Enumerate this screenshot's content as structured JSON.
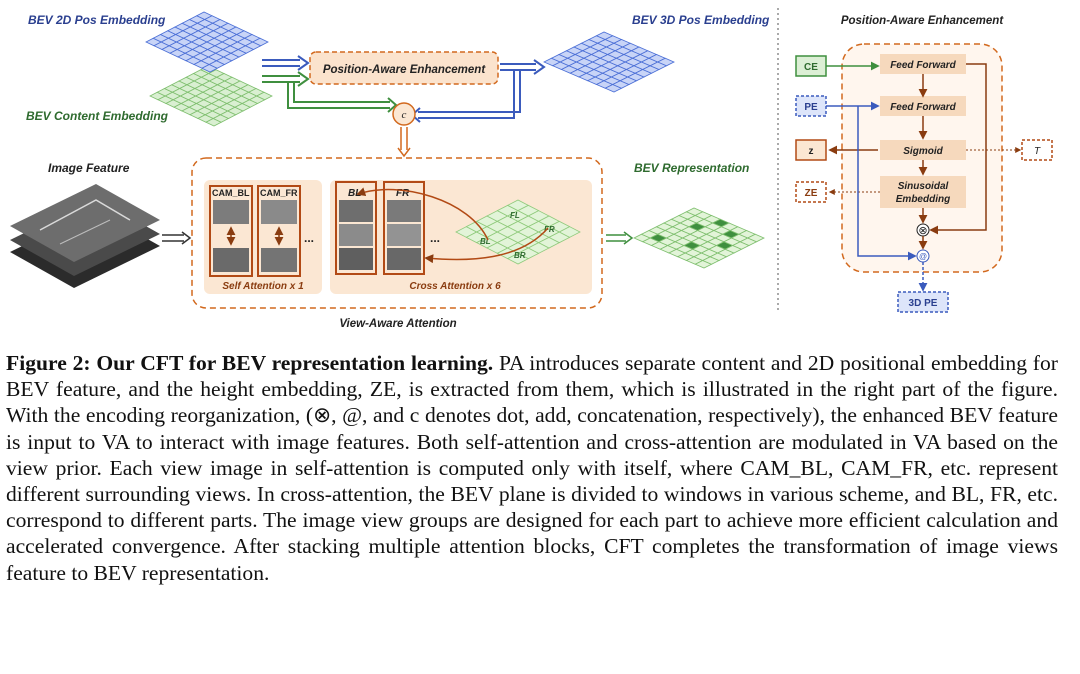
{
  "figure": {
    "labels": {
      "bev_2d_pos": "BEV 2D Pos Embedding",
      "bev_content": "BEV Content Embedding",
      "pae_box": "Position-Aware Enhancement",
      "bev_3d_pos": "BEV 3D Pos Embedding",
      "concat": "c",
      "image_feature": "Image Feature",
      "bev_representation": "BEV Representation",
      "cam_bl": "CAM_BL",
      "cam_fr": "CAM_FR",
      "ellipsis": "...",
      "self_attention": "Self Attention x 1",
      "bl": "BL",
      "fr": "FR",
      "cross_attention": "Cross Attention x 6",
      "grid_fl": "FL",
      "grid_fr": "FR",
      "grid_bl": "BL",
      "grid_br": "BR",
      "view_aware": "View-Aware Attention"
    },
    "pae_panel": {
      "title": "Position-Aware Enhancement",
      "ce": "CE",
      "pe": "PE",
      "z": "z",
      "ze": "ZE",
      "t": "T",
      "ff1": "Feed Forward",
      "ff2": "Feed Forward",
      "sigmoid": "Sigmoid",
      "sin_line1": "Sinusoidal",
      "sin_line2": "Embedding",
      "mul": "⊗",
      "add": "@",
      "out": "3D PE"
    },
    "colors": {
      "blue": "#3b5bbd",
      "green": "#3f8f3f",
      "orange": "#d2691e",
      "light_orange": "#fbe7d3",
      "box_orange": "#f6d9bd",
      "grid_blue": "#c8d4f7",
      "grid_green": "#d9efd1"
    }
  },
  "caption": {
    "label": "Figure 2: Our CFT for BEV representation learning.",
    "text": "PA introduces separate content and 2D positional embedding for BEV feature, and the height embedding, ZE, is extracted from them, which is illustrated in the right part of the figure. With the encoding reorganization, (⊗, @, and c denotes dot, add, concatenation, respectively), the enhanced BEV feature is input to VA to interact with image features. Both self-attention and cross-attention are modulated in VA based on the view prior. Each view image in self-attention is computed only with itself, where CAM_BL, CAM_FR, etc. represent different surrounding views. In cross-attention, the BEV plane is divided to windows in various scheme, and BL, FR, etc. correspond to different parts. The image view groups are designed for each part to achieve more efficient calculation and accelerated convergence. After stacking multiple attention blocks, CFT completes the transformation of image views feature to BEV representation."
  }
}
